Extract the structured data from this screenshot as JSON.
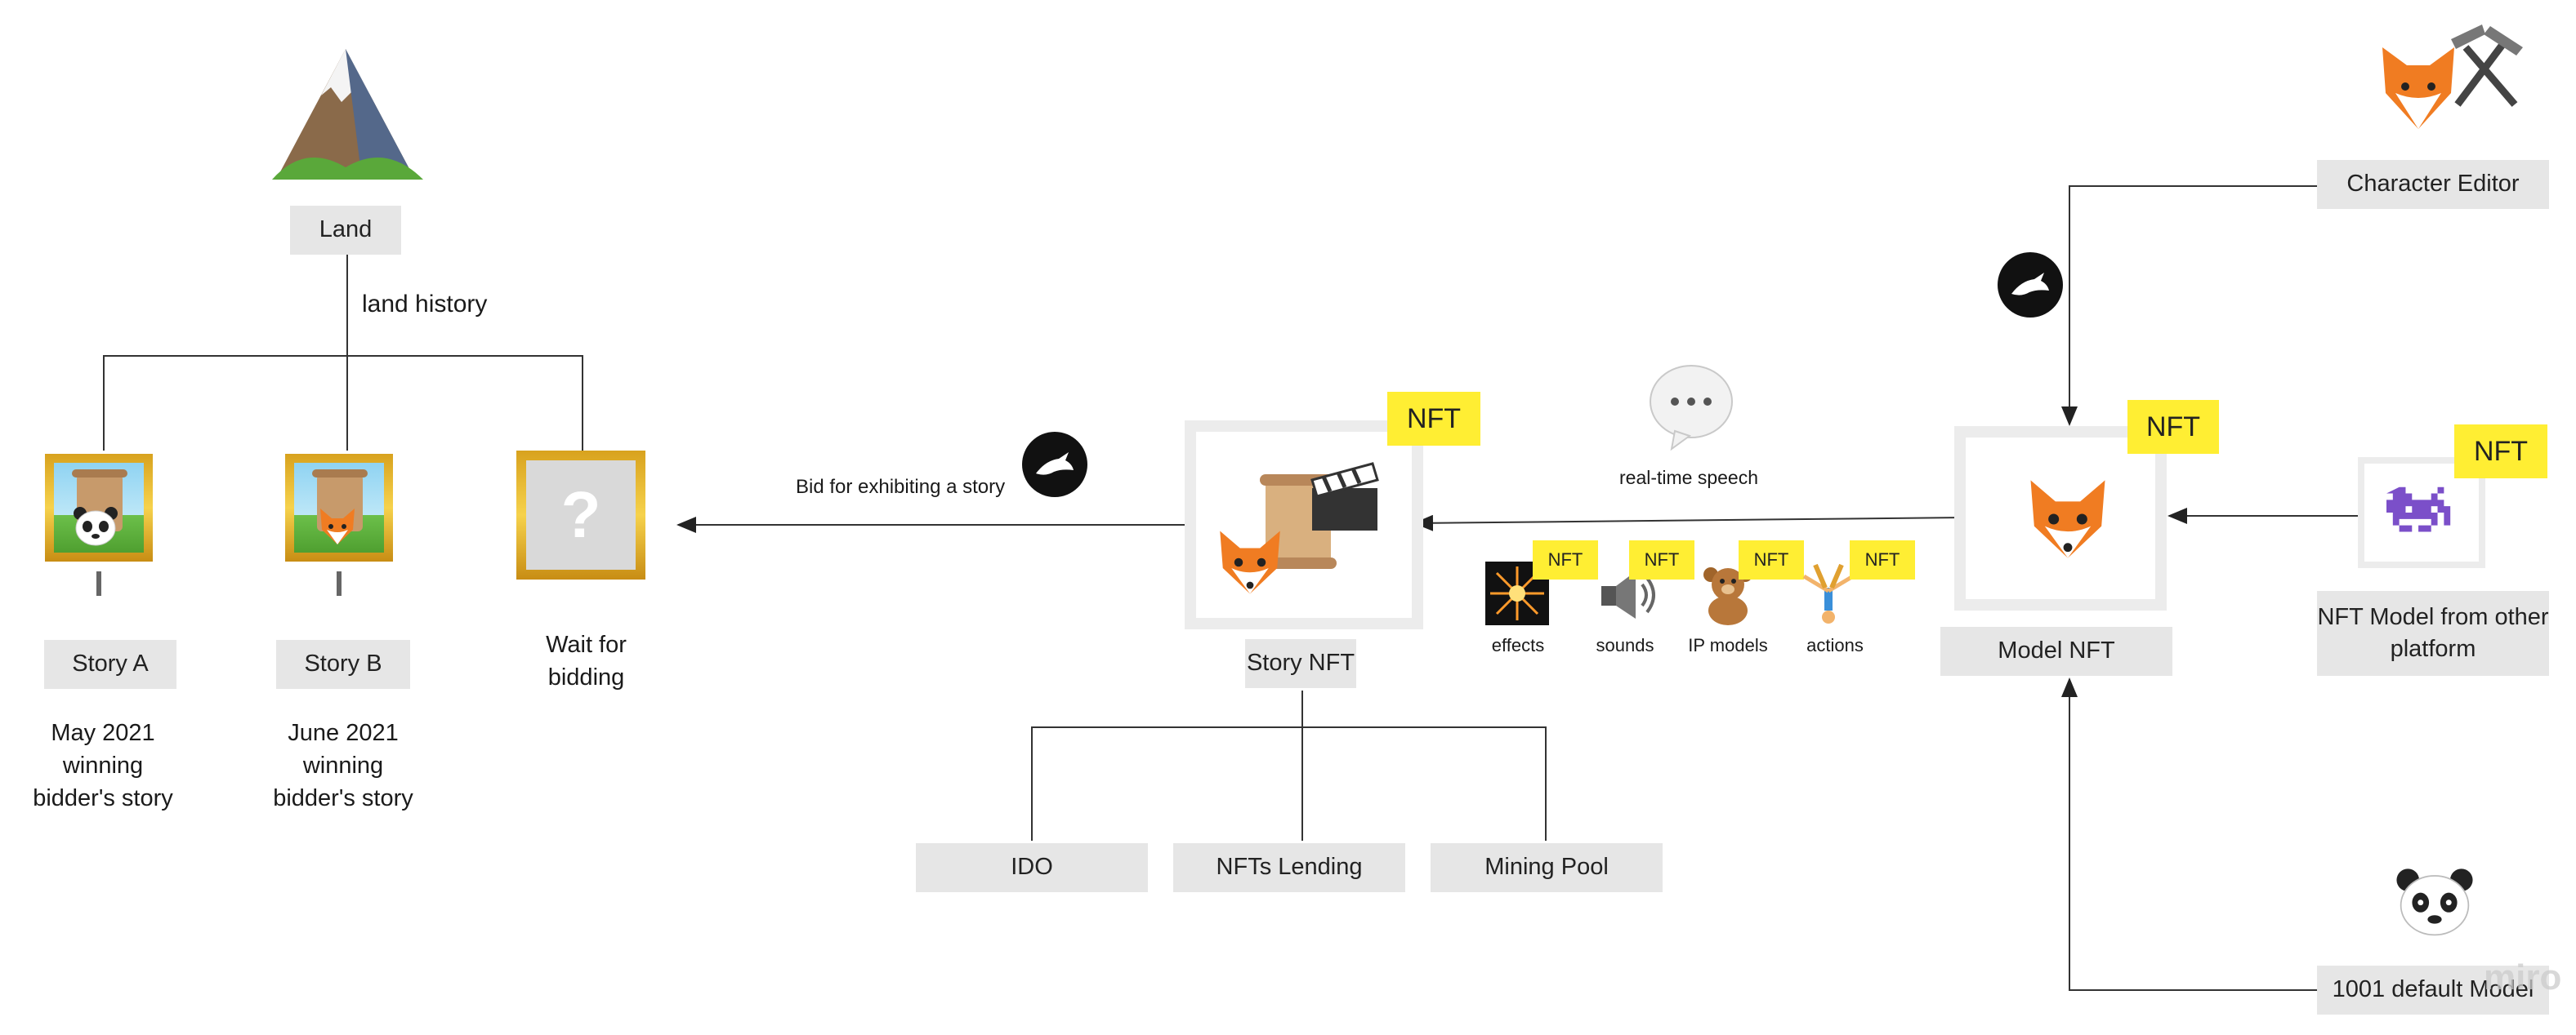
{
  "land": {
    "label": "Land",
    "icon": "mountain-icon"
  },
  "land_history": "land history",
  "stories": [
    {
      "label": "Story A",
      "caption": "May 2021 winning bidder's story",
      "icon": "panda-icon"
    },
    {
      "label": "Story B",
      "caption": "June 2021 winning bidder's story",
      "icon": "fox-icon"
    }
  ],
  "wait": {
    "label": "Wait for bidding",
    "icon": "question-icon"
  },
  "bid_label": "Bid for exhibiting a story",
  "story_nft": {
    "label": "Story NFT",
    "badge": "NFT"
  },
  "speech_label": "real-time speech",
  "assets": [
    {
      "label": "effects",
      "badge": "NFT",
      "icon": "sparkler-icon"
    },
    {
      "label": "sounds",
      "badge": "NFT",
      "icon": "speaker-icon"
    },
    {
      "label": "IP models",
      "badge": "NFT",
      "icon": "teddy-bear-icon"
    },
    {
      "label": "actions",
      "badge": "NFT",
      "icon": "cartwheel-icon"
    }
  ],
  "model_nft": {
    "label": "Model NFT",
    "badge": "NFT"
  },
  "character_editor": {
    "label": "Character Editor"
  },
  "other_platform": {
    "label": "NFT Model from other platform",
    "badge": "NFT"
  },
  "default_model": {
    "label": "1001 default Model"
  },
  "outputs": [
    {
      "label": "IDO"
    },
    {
      "label": "NFTs Lending"
    },
    {
      "label": "Mining Pool"
    }
  ],
  "watermark": "miro"
}
